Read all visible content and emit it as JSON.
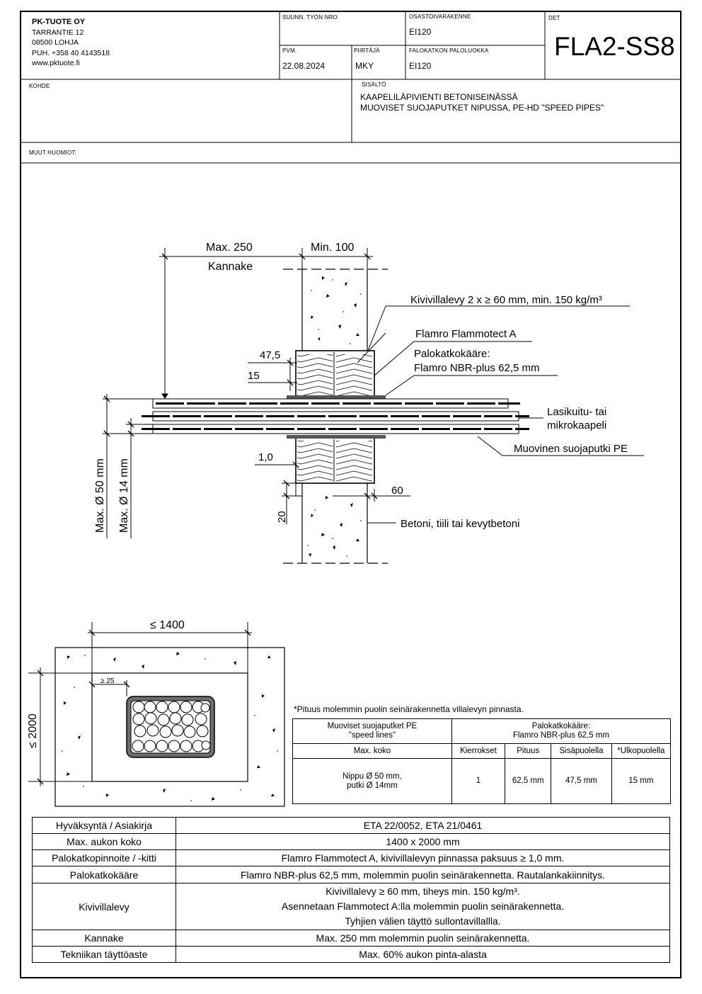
{
  "company": {
    "name": "PK-TUOTE OY",
    "address": "TARRANTIE 12",
    "postal": "08500 LOHJA",
    "phone": "PUH. +358 40 4143518",
    "web": "www.pktuote.fi"
  },
  "header": {
    "suunn_label": "SUUNN. TYÖN NRO",
    "suunn_value": "",
    "osasto_label": "OSASTOIVARAKENNE",
    "osasto_value": "EI120",
    "det_label": "DET",
    "det_value": "FLA2-SS8",
    "pvm_label": "PVM.",
    "pvm_value": "22.08.2024",
    "piirtaja_label": "PIIRTÄJÄ",
    "piirtaja_value": "MKY",
    "luokka_label": "FALOKATKON PALOLUOKKA",
    "luokka_value": "EI120",
    "kohde_label": "KOHDE",
    "sisalto_label": "SISÄLTÖ",
    "sisalto_line1": "KAAPELILÄPIVIENTI BETONISEINÄSSÄ",
    "sisalto_line2": "MUOVISET SUOJAPUTKET NIPUSSA, PE-HD \"SPEED PIPES\"",
    "muut_label": "MUUT HUOMIOT:"
  },
  "section": {
    "dim_max250": "Max. 250",
    "dim_min100": "Min. 100",
    "kannake": "Kannake",
    "kivivilla": "Kivivillalevy 2 x ≥ 60 mm, min. 150 kg/m³",
    "flammotect": "Flamro Flammotect A",
    "palokatko1": "Palokatkokääre:",
    "palokatko2": "Flamro NBR-plus 62,5 mm",
    "dim_47_5": "47,5",
    "dim_15": "15",
    "lasikuitu1": "Lasikuitu- tai",
    "lasikuitu2": "mikrokaapeli",
    "muovinen": "Muovinen suojaputki PE",
    "dim_1_0": "1,0",
    "dim_60": "60",
    "dim_20": "20",
    "betoni": "Betoni, tiili tai kevytbetoni",
    "max_d50": "Max. Ø 50 mm",
    "max_d14": "Max. Ø 14 mm"
  },
  "elevation": {
    "dim_1400": "≤ 1400",
    "dim_2000": "≤ 2000",
    "dim_25": "≥ 25"
  },
  "note": "*Pituus molemmin puolin seinärakennetta villalevyn pinnasta.",
  "small_table": {
    "h1_line1": "Muoviset suojaputket PE",
    "h1_line2": "\"speed lines\"",
    "h2_line1": "Palokatkokääre:",
    "h2_line2": "Flamro NBR-plus 62,5 mm",
    "c_max": "Max. koko",
    "c_kierrokset": "Kierrokset",
    "c_pituus": "Pituus",
    "c_sisa": "Sisäpuolella",
    "c_ulko": "*Ulkopuolella",
    "v_koko1": "Nippu Ø 50 mm,",
    "v_koko2": "putki Ø 14mm",
    "v_kierrokset": "1",
    "v_pituus": "62,5 mm",
    "v_sisa": "47,5 mm",
    "v_ulko": "15 mm"
  },
  "spec": [
    {
      "k": "Hyväksyntä / Asiakirja",
      "v": [
        "ETA 22/0052, ETA 21/0461"
      ]
    },
    {
      "k": "Max. aukon koko",
      "v": [
        "1400 x 2000 mm"
      ]
    },
    {
      "k": "Palokatkopinnoite / -kitti",
      "v": [
        "Flamro Flammotect A, kivivillalevyn pinnassa paksuus ≥ 1,0 mm."
      ]
    },
    {
      "k": "Palokatkokääre",
      "v": [
        "Flamro NBR-plus 62,5 mm, molemmin puolin seinärakennetta. Rautalankakiinnitys."
      ]
    },
    {
      "k": "Kivivillalevy",
      "v": [
        "Kivivillalevy ≥ 60 mm, tiheys min. 150 kg/m³.",
        "Asennetaan Flammotect A:lla molemmin puolin seinärakennetta.",
        "Tyhjien välien täyttö sullontavillallla."
      ]
    },
    {
      "k": "Kannake",
      "v": [
        "Max. 250 mm molemmin puolin seinärakennetta."
      ]
    },
    {
      "k": "Tekniikan täyttöaste",
      "v": [
        "Max. 60% aukon pinta-alasta"
      ]
    }
  ]
}
